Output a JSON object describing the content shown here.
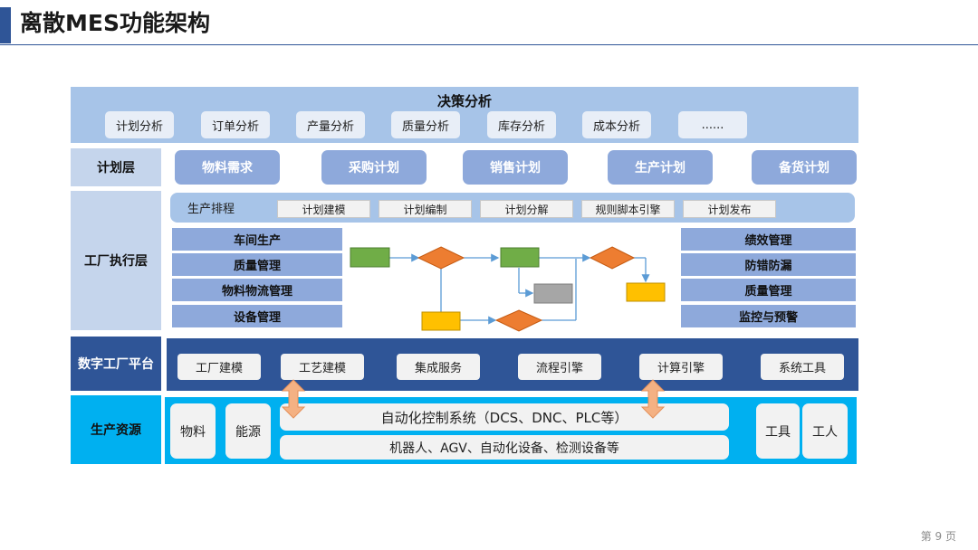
{
  "header": {
    "title": "离散MES功能架构",
    "page_number": "第 9 页"
  },
  "decision": {
    "title": "决策分析",
    "items": [
      "计划分析",
      "订单分析",
      "产量分析",
      "质量分析",
      "库存分析",
      "成本分析",
      "......"
    ]
  },
  "planning": {
    "label": "计划层",
    "items": [
      "物料需求",
      "采购计划",
      "销售计划",
      "生产计划",
      "备货计划"
    ]
  },
  "execution": {
    "label": "工厂执行层",
    "schedule_label": "生产排程",
    "schedule_items": [
      "计划建模",
      "计划编制",
      "计划分解",
      "规则脚本引擎",
      "计划发布"
    ],
    "left_items": [
      "车间生产",
      "质量管理",
      "物料物流管理",
      "设备管理"
    ],
    "right_items": [
      "绩效管理",
      "防错防漏",
      "质量管理",
      "监控与预警"
    ]
  },
  "platform": {
    "label": "数字工厂平台",
    "items": [
      "工厂建模",
      "工艺建模",
      "集成服务",
      "流程引擎",
      "计算引擎",
      "系统工具"
    ]
  },
  "resources": {
    "label": "生产资源",
    "left_items": [
      "物料",
      "能源"
    ],
    "automation": "自动化控制系统（DCS、DNC、PLC等）",
    "equipment": "机器人、AGV、自动化设备、检测设备等",
    "right_items": [
      "工具",
      "工人"
    ]
  },
  "colors": {
    "primary": "#2f5597",
    "light_blue": "#a7c4e8",
    "medium_blue": "#8ea9db",
    "cyan": "#00b0f0",
    "green": "#70ad47",
    "orange": "#ed7d31",
    "yellow": "#ffc000",
    "gray": "#a6a6a6",
    "arrow_orange": "#f4b183"
  }
}
